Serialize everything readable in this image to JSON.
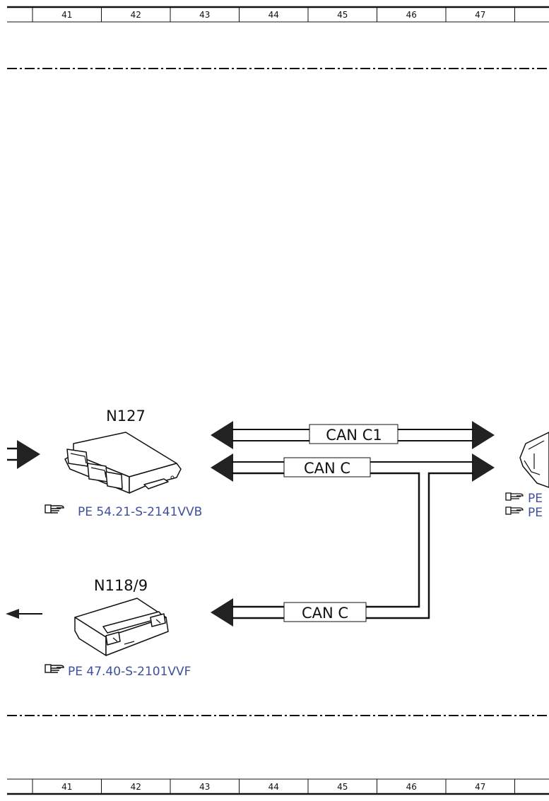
{
  "ruler": {
    "numbers": [
      "41",
      "42",
      "43",
      "44",
      "45",
      "46",
      "47"
    ]
  },
  "components": {
    "n127": {
      "label": "N127",
      "ref": "PE 54.21-S-2141VVB"
    },
    "n118_9": {
      "label": "N118/9",
      "ref": "PE 47.40-S-2101VVF"
    },
    "offscreen_right": {
      "refs": [
        "PE",
        "PE"
      ]
    }
  },
  "buses": {
    "can_c1": "CAN C1",
    "can_c_upper": "CAN C",
    "can_c_lower": "CAN C"
  },
  "icons": [
    "pointing-hand-icon",
    "arrow-right-icon",
    "arrow-left-icon"
  ]
}
